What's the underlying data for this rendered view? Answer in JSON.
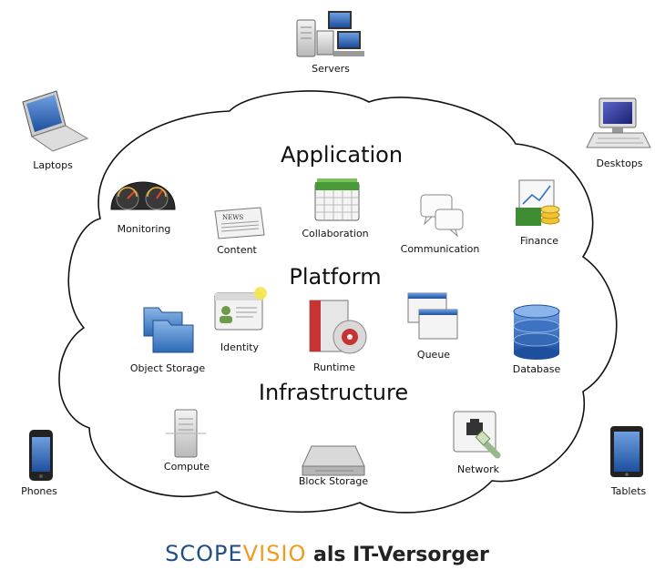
{
  "outer": {
    "servers": "Servers",
    "laptops": "Laptops",
    "desktops": "Desktops",
    "phones": "Phones",
    "tablets": "Tablets"
  },
  "layers": {
    "application": {
      "title": "Application",
      "items": [
        "Monitoring",
        "Content",
        "Collaboration",
        "Communication",
        "Finance"
      ]
    },
    "platform": {
      "title": "Platform",
      "items": [
        "Object Storage",
        "Identity",
        "Runtime",
        "Queue",
        "Database"
      ]
    },
    "infrastructure": {
      "title": "Infrastructure",
      "items": [
        "Compute",
        "Block Storage",
        "Network"
      ]
    }
  },
  "footer": {
    "scope": "SCOPE",
    "visio": "VISIO",
    "rest": " als IT-Versorger"
  },
  "colors": {
    "brand_blue": "#1f4f86",
    "brand_orange": "#f29a1f"
  }
}
